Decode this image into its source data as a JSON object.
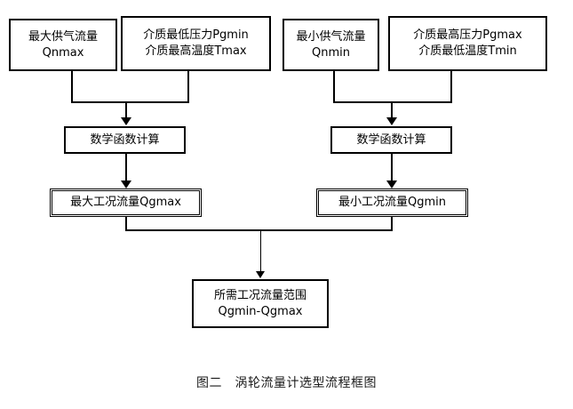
{
  "figure": {
    "caption": "图二　涡轮流量计选型流程框图",
    "background_color": "#ffffff",
    "line_color": "#000000",
    "text_color": "#000000"
  },
  "nodes": {
    "max_supply_flow": {
      "line1": "最大供气流量",
      "line2": "Qnmax"
    },
    "min_pressure_max_temp": {
      "line1": "介质最低压力Pgmin",
      "line2": "介质最高温度Tmax"
    },
    "min_supply_flow": {
      "line1": "最小供气流量",
      "line2": "Qnmin"
    },
    "max_pressure_min_temp": {
      "line1": "介质最高压力Pgmax",
      "line2": "介质最低温度Tmin"
    },
    "math_calc_left": {
      "line1": "数学函数计算"
    },
    "math_calc_right": {
      "line1": "数学函数计算"
    },
    "max_working_flow": {
      "line1": "最大工况流量Qgmax"
    },
    "min_working_flow": {
      "line1": "最小工况流量Qgmin"
    },
    "required_range": {
      "line1": "所需工况流量范围",
      "line2": "Qgmin-Qgmax"
    }
  }
}
